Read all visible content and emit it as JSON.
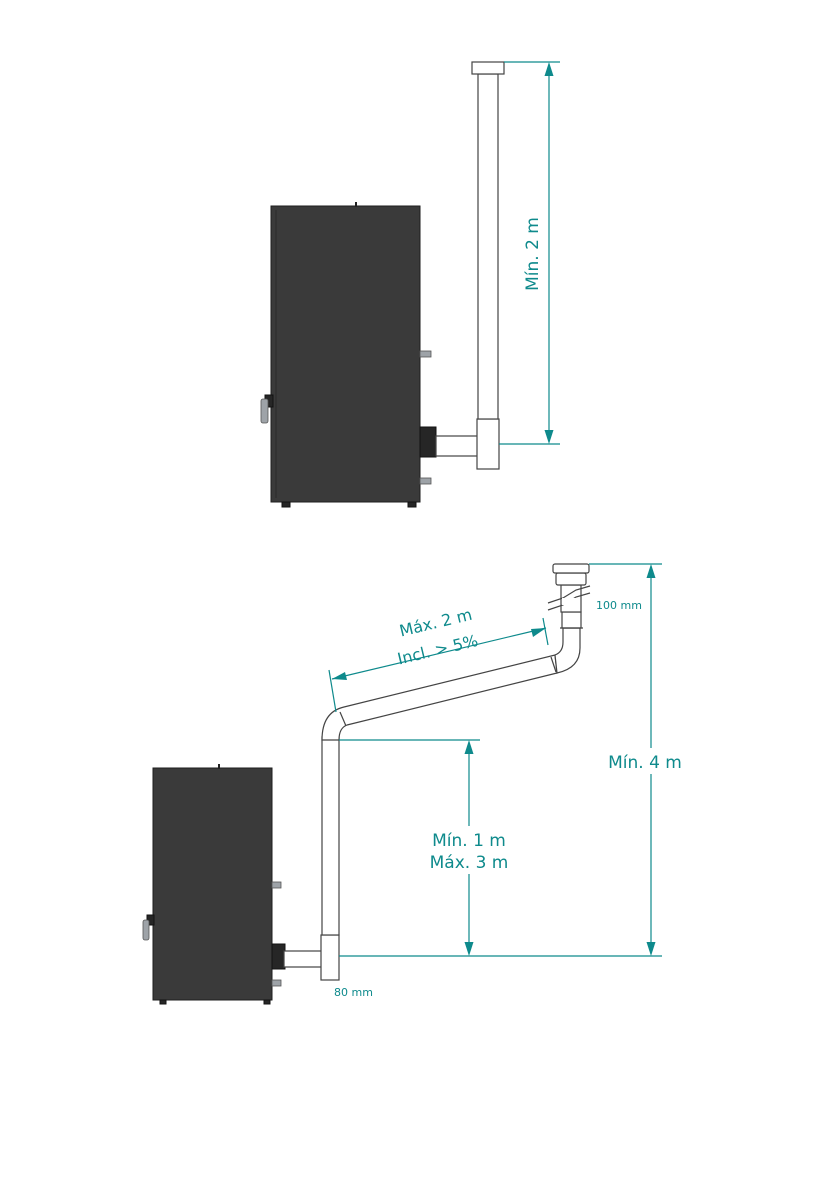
{
  "diagram1": {
    "vertical_label": "Mín. 2 m"
  },
  "diagram2": {
    "horizontal_label": "Máx. 2 m",
    "incline_label": "Incl. > 5%",
    "top_diameter_label": "100 mm",
    "total_height_label": "Mín. 4 m",
    "section_min_label": "Mín. 1 m",
    "section_max_label": "Máx. 3 m",
    "bottom_diameter_label": "80 mm"
  },
  "colors": {
    "dimension": "#0e8a8c",
    "stove_body": "#3a3a3a",
    "pipe_outline": "#444444"
  }
}
